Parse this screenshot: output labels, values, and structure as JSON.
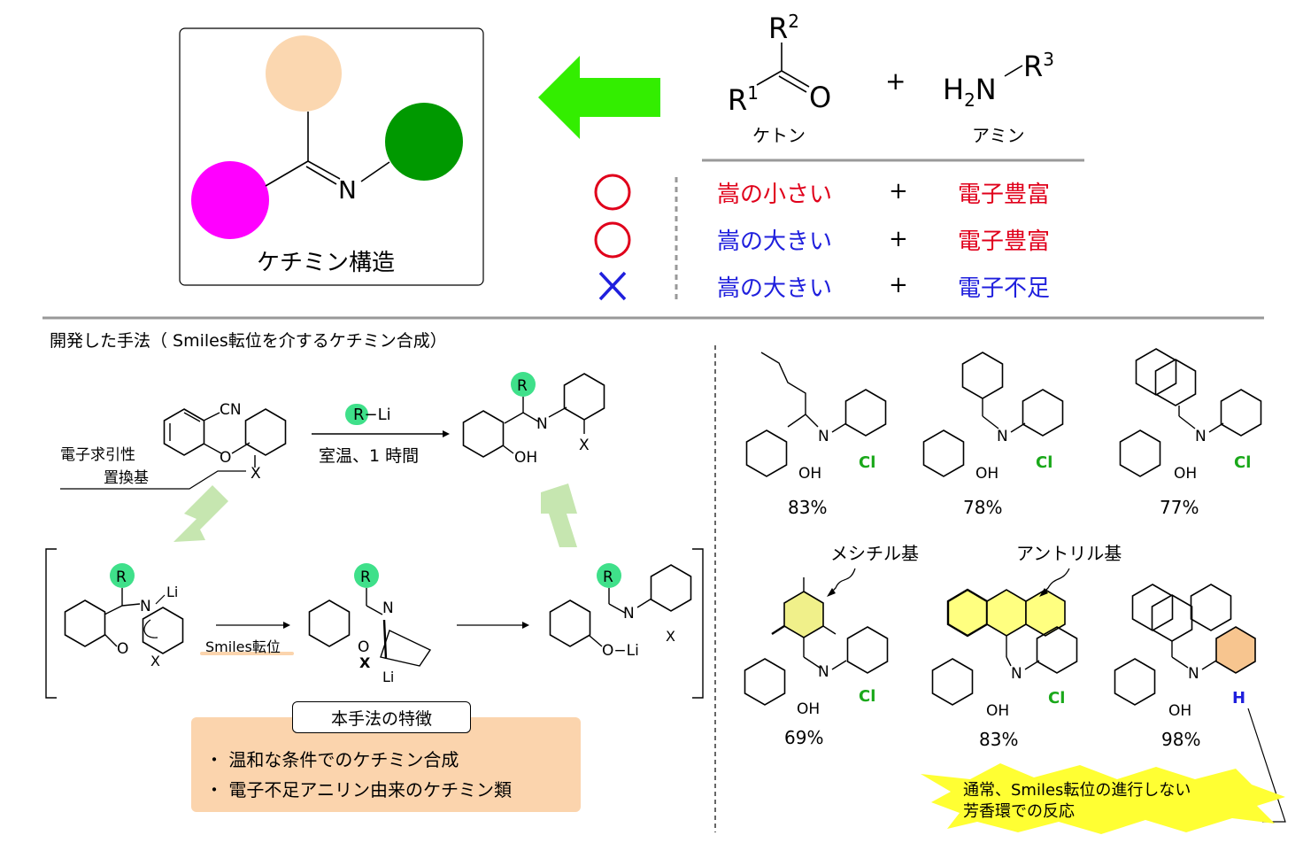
{
  "ketimine_panel": {
    "label": "ケチミン構造",
    "atom_label": "N",
    "colors": {
      "r1": "#fbd7b0",
      "r2": "#ff00ff",
      "r3": "#009900"
    }
  },
  "reactants": {
    "ketone_r_top": "R",
    "ketone_r_top_sup": "2",
    "ketone_r_left": "R",
    "ketone_r_left_sup": "1",
    "ketone_o": "O",
    "plus": "+",
    "amine_prefix": "H",
    "amine_sub": "2",
    "amine_n": "N",
    "amine_r": "R",
    "amine_r_sup": "3",
    "ketone_label": "ケトン",
    "amine_label": "アミン"
  },
  "compat_table": {
    "rows": [
      {
        "mark": "circle",
        "left": "嵩の小さい",
        "left_color": "#e0001b",
        "plus": "+",
        "right": "電子豊富",
        "right_color": "#e0001b"
      },
      {
        "mark": "circle",
        "left": "嵩の大きい",
        "left_color": "#1f1fdd",
        "plus": "+",
        "right": "電子豊富",
        "right_color": "#e0001b"
      },
      {
        "mark": "cross",
        "left": "嵩の大きい",
        "left_color": "#1f1fdd",
        "plus": "+",
        "right": "電子不足",
        "right_color": "#1f1fdd"
      }
    ],
    "circle_color": "#e0001b",
    "cross_color": "#1f1fdd"
  },
  "method": {
    "heading": "開発した手法（ Smiles転位を介するケチミン合成）",
    "reagent": "R−Li",
    "conditions": "室温、1 時間",
    "ewg_label_1": "電子求引性",
    "ewg_label_2": "置換基",
    "smiles_label": "Smiles転位",
    "cn": "CN",
    "o": "O",
    "x": "X",
    "n": "N",
    "oh": "OH",
    "r": "R",
    "li": "Li",
    "oli": "O−Li",
    "r_color": "#3fe08a"
  },
  "features": {
    "title": "本手法の特徴",
    "items": [
      "・ 温和な条件でのケチミン合成",
      "・ 電子不足アニリン由来のケチミン類"
    ]
  },
  "products": {
    "yields": [
      "83%",
      "78%",
      "77%",
      "69%",
      "83%",
      "98%"
    ],
    "cl": "Cl",
    "h": "H",
    "n": "N",
    "oh": "OH",
    "cl_color": "#1aa81a",
    "h_color": "#1f1fdd",
    "mesityl_label": "メシチル基",
    "anthryl_label": "アントリル基",
    "aryl_fill": "#f0f08a",
    "anthryl_fill": "#ffff80",
    "phenyl_fill": "#f7c58f"
  },
  "burst": {
    "line1": "通常、Smiles転位の進行しない",
    "line2": "芳香環での反応",
    "color": "#ffff33"
  },
  "arrow_color": "#33ee00",
  "pale_arrow_color": "#c6e6b0"
}
